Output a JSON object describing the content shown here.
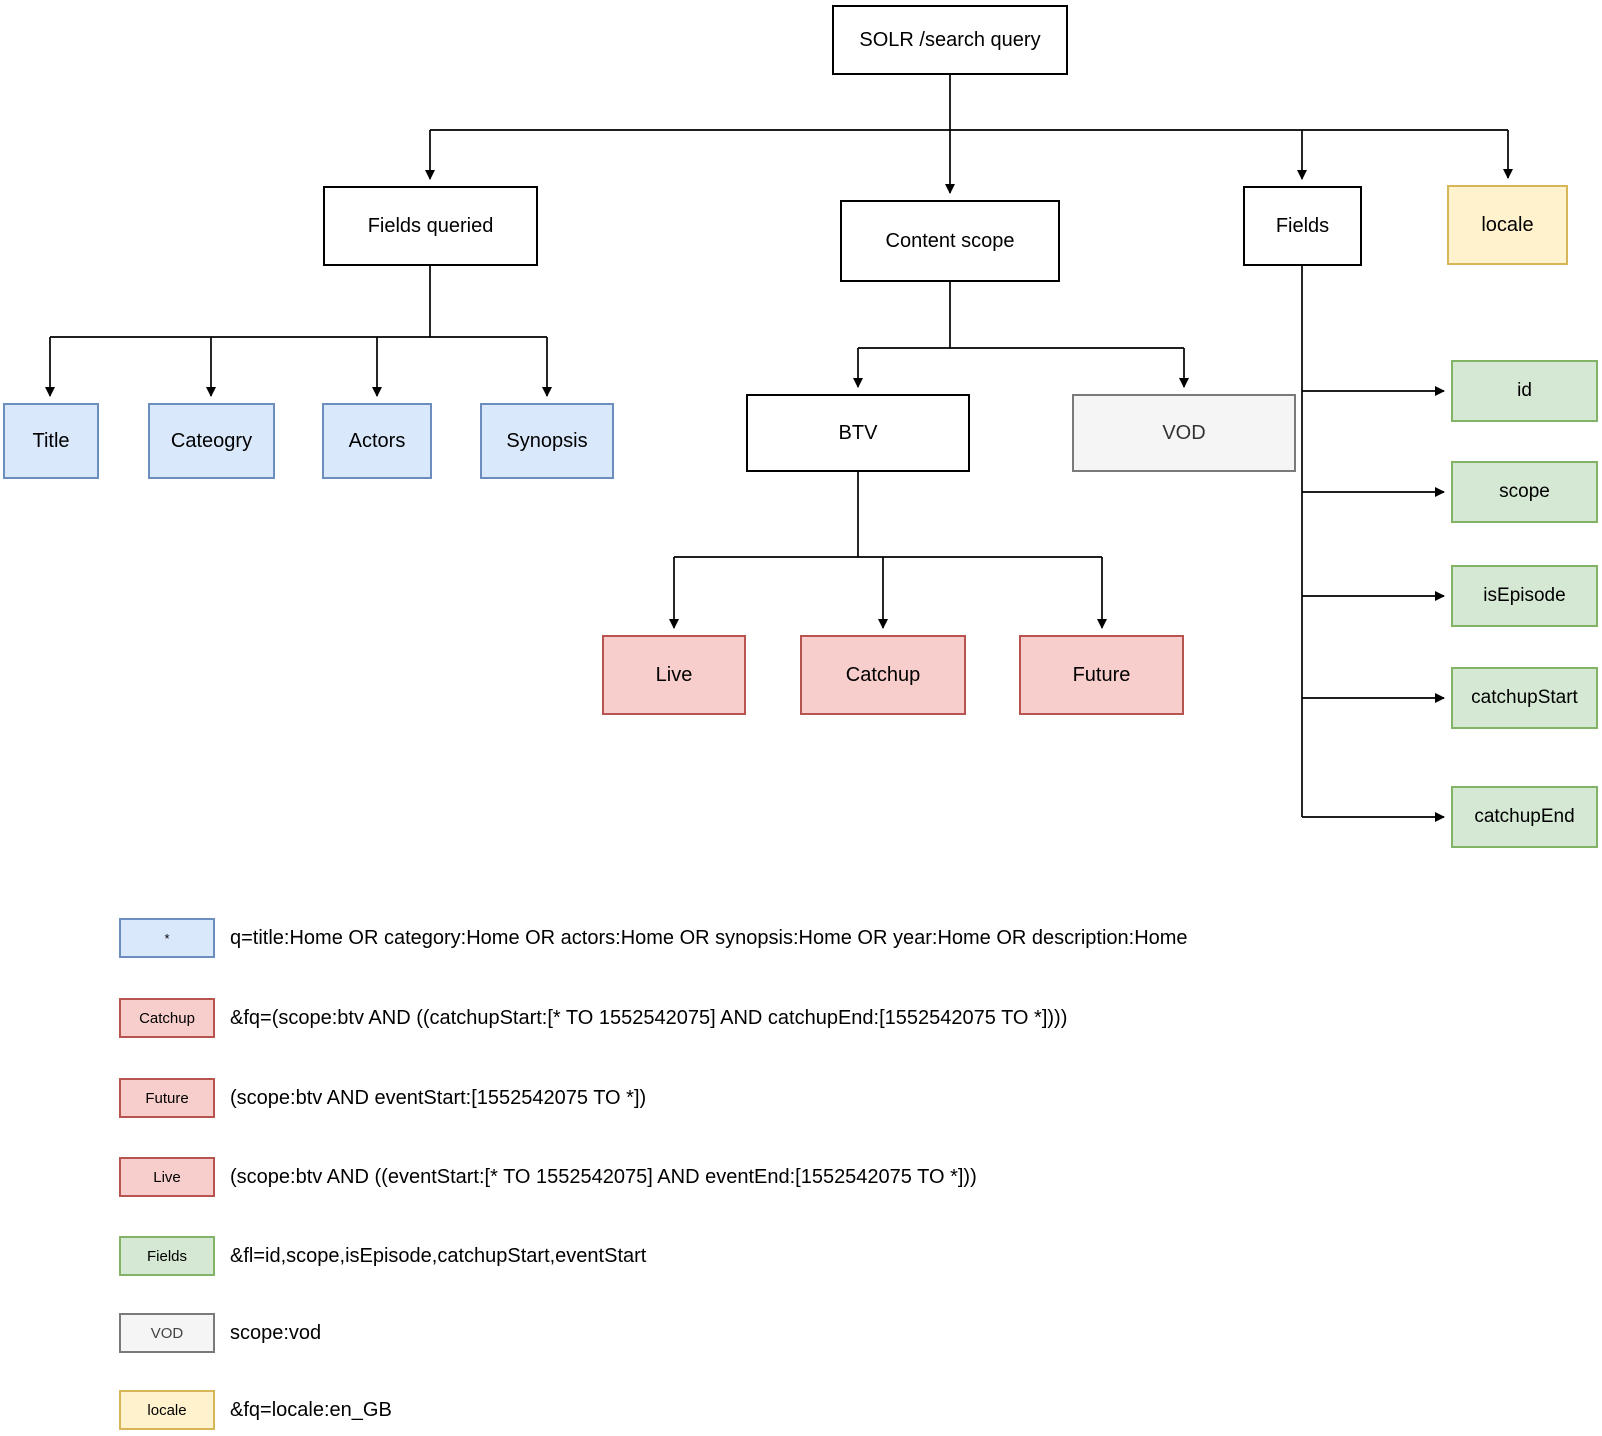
{
  "diagram": {
    "root": {
      "label": "SOLR /search query"
    },
    "level2": {
      "fields_queried": {
        "label": "Fields queried"
      },
      "content_scope": {
        "label": "Content scope"
      },
      "fields": {
        "label": "Fields"
      },
      "locale": {
        "label": "locale"
      }
    },
    "queried_fields": [
      {
        "label": "Title"
      },
      {
        "label": "Cateogry"
      },
      {
        "label": "Actors"
      },
      {
        "label": "Synopsis"
      }
    ],
    "scopes": {
      "btv": {
        "label": "BTV"
      },
      "vod": {
        "label": "VOD"
      }
    },
    "btv_children": [
      {
        "label": "Live"
      },
      {
        "label": "Catchup"
      },
      {
        "label": "Future"
      }
    ],
    "field_list": [
      {
        "label": "id"
      },
      {
        "label": "scope"
      },
      {
        "label": "isEpisode"
      },
      {
        "label": "catchupStart"
      },
      {
        "label": "catchupEnd"
      }
    ]
  },
  "legend": {
    "rows": [
      {
        "key": "*",
        "text": "q=title:Home OR category:Home OR actors:Home OR synopsis:Home OR year:Home OR description:Home"
      },
      {
        "key": "Catchup",
        "text": "&fq=(scope:btv AND ((catchupStart:[* TO 1552542075] AND catchupEnd:[1552542075 TO *])))"
      },
      {
        "key": "Future",
        "text": "(scope:btv AND eventStart:[1552542075 TO *])"
      },
      {
        "key": "Live",
        "text": "(scope:btv AND ((eventStart:[* TO 1552542075] AND eventEnd:[1552542075 TO *]))"
      },
      {
        "key": "Fields",
        "text": "&fl=id,scope,isEpisode,catchupStart,eventStart"
      },
      {
        "key": "VOD",
        "text": "scope:vod"
      },
      {
        "key": "locale",
        "text": "&fq=locale:en_GB"
      }
    ]
  },
  "colors": {
    "blue_fill": "#dae8fc",
    "blue_border": "#6c8ebf",
    "red_fill": "#f8cecc",
    "red_border": "#b85450",
    "green_fill": "#d5e8d4",
    "green_border": "#82b366",
    "yellow_fill": "#fff2cc",
    "yellow_border": "#d6b656",
    "gray_fill": "#f5f5f5",
    "gray_border": "#7a7a7a",
    "line": "#000000"
  }
}
